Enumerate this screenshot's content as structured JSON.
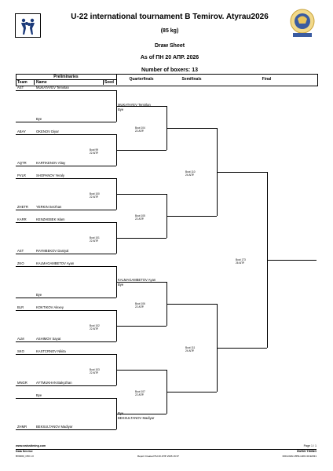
{
  "header": {
    "title": "U-22 international tournament B Temirov. Atyrau2026",
    "weight": "(85 kg)",
    "sheet": "Draw Sheet",
    "as_of": "As of ПН 20 АПР. 2026",
    "num_boxers": "Number of boxers: 13"
  },
  "columns": {
    "preliminaries": "Preliminaries",
    "team": "Team",
    "name": "Name",
    "seed": "Seed",
    "quarterfinals": "Quarterfinals",
    "semifinals": "Semifinals",
    "final": "Final"
  },
  "entries": [
    {
      "team": "AST",
      "name": "MUKATAYEV Temirlan"
    },
    {
      "team": "",
      "name": "Bye"
    },
    {
      "team": "ABAY",
      "name": "OKENOV Diyar"
    },
    {
      "team": "AQTR",
      "name": "KARTIKENOV Altay"
    },
    {
      "team": "PVLR",
      "name": "SHOPANOV Yeraly"
    },
    {
      "team": "ZHETR",
      "name": "YERKIN Serzhan"
    },
    {
      "team": "KARR",
      "name": "KENZHEBEK Islam"
    },
    {
      "team": "AST",
      "name": "RAYMBEKOV Daniyal"
    },
    {
      "team": "ZKO",
      "name": "KALMAGAMBETOV Ayan"
    },
    {
      "team": "",
      "name": "Bye"
    },
    {
      "team": "BLR",
      "name": "KOKTIKOV Alexey"
    },
    {
      "team": "ALM",
      "name": "ASHIMOV Sayat"
    },
    {
      "team": "SKO",
      "name": "KASTCRNOV Nikita"
    },
    {
      "team": "MNGR",
      "name": "AYTMUKHAN Bakyzhan"
    },
    {
      "team": "",
      "name": "Bye"
    },
    {
      "team": "ZHMR",
      "name": "BEKSULTANOV Madiyar"
    }
  ],
  "prelim_bouts": [
    {
      "bout": "Bout 99",
      "date": "22 АПР."
    },
    {
      "bout": "Bout 100",
      "date": "22 АПР."
    },
    {
      "bout": "Bout 101",
      "date": "22 АПР."
    },
    {
      "bout": "Bout 102",
      "date": "22 АПР."
    },
    {
      "bout": "Bout 103",
      "date": "22 АПР."
    }
  ],
  "qf": {
    "advanced": [
      {
        "name": "MUKATAYEV Temirlan",
        "sub": "Bye"
      },
      {
        "name": "KALMAGAMBETOV Ayan",
        "sub": "Bye"
      },
      {
        "name": "BEKSULTANOV Madiyar",
        "sub": "Bye"
      }
    ],
    "bouts": [
      {
        "bout": "Bout 104",
        "date": "22 АПР."
      },
      {
        "bout": "Bout 105",
        "date": "22 АПР."
      },
      {
        "bout": "Bout 106",
        "date": "22 АПР."
      },
      {
        "bout": "Bout 107",
        "date": "22 АПР."
      }
    ]
  },
  "sf": {
    "bouts": [
      {
        "bout": "Bout 110",
        "date": "24 АПР."
      },
      {
        "bout": "Bout 111",
        "date": "24 АПР."
      }
    ]
  },
  "final": {
    "bout": "Bout 173",
    "date": "26 АПР."
  },
  "footer": {
    "website": "www.swisstiming.com",
    "data_service": "Data Service",
    "code": "BX0000_C50 1.0",
    "report_created": "Report Created ПН 20 АПР. 2026 16:37",
    "page": "Page 1 / 1",
    "brand": "SWISS TIMING",
    "ref": "0019-020c-0554-GRO-30-92031"
  }
}
